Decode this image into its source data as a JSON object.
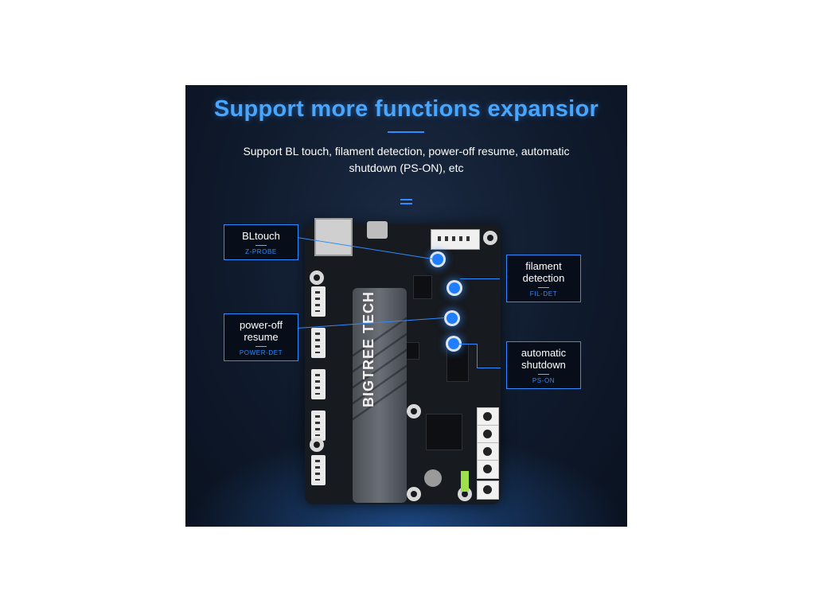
{
  "headline": "Support more functions expansior",
  "subtitle": "Support BL touch, filament detection, power-off resume, automatic shutdown (PS-ON), etc",
  "board": {
    "brand": "BIGTREE TECH"
  },
  "callouts": [
    {
      "title": "BLtouch",
      "sub": "Z-PROBE"
    },
    {
      "title": "filament detection",
      "sub": "FIL-DET"
    },
    {
      "title": "power-off resume",
      "sub": "POWER-DET"
    },
    {
      "title": "automatic shutdown",
      "sub": "PS-ON"
    }
  ],
  "colors": {
    "accent": "#2f8cff",
    "headline": "#47a6ff",
    "background": "#0f1a2c"
  }
}
